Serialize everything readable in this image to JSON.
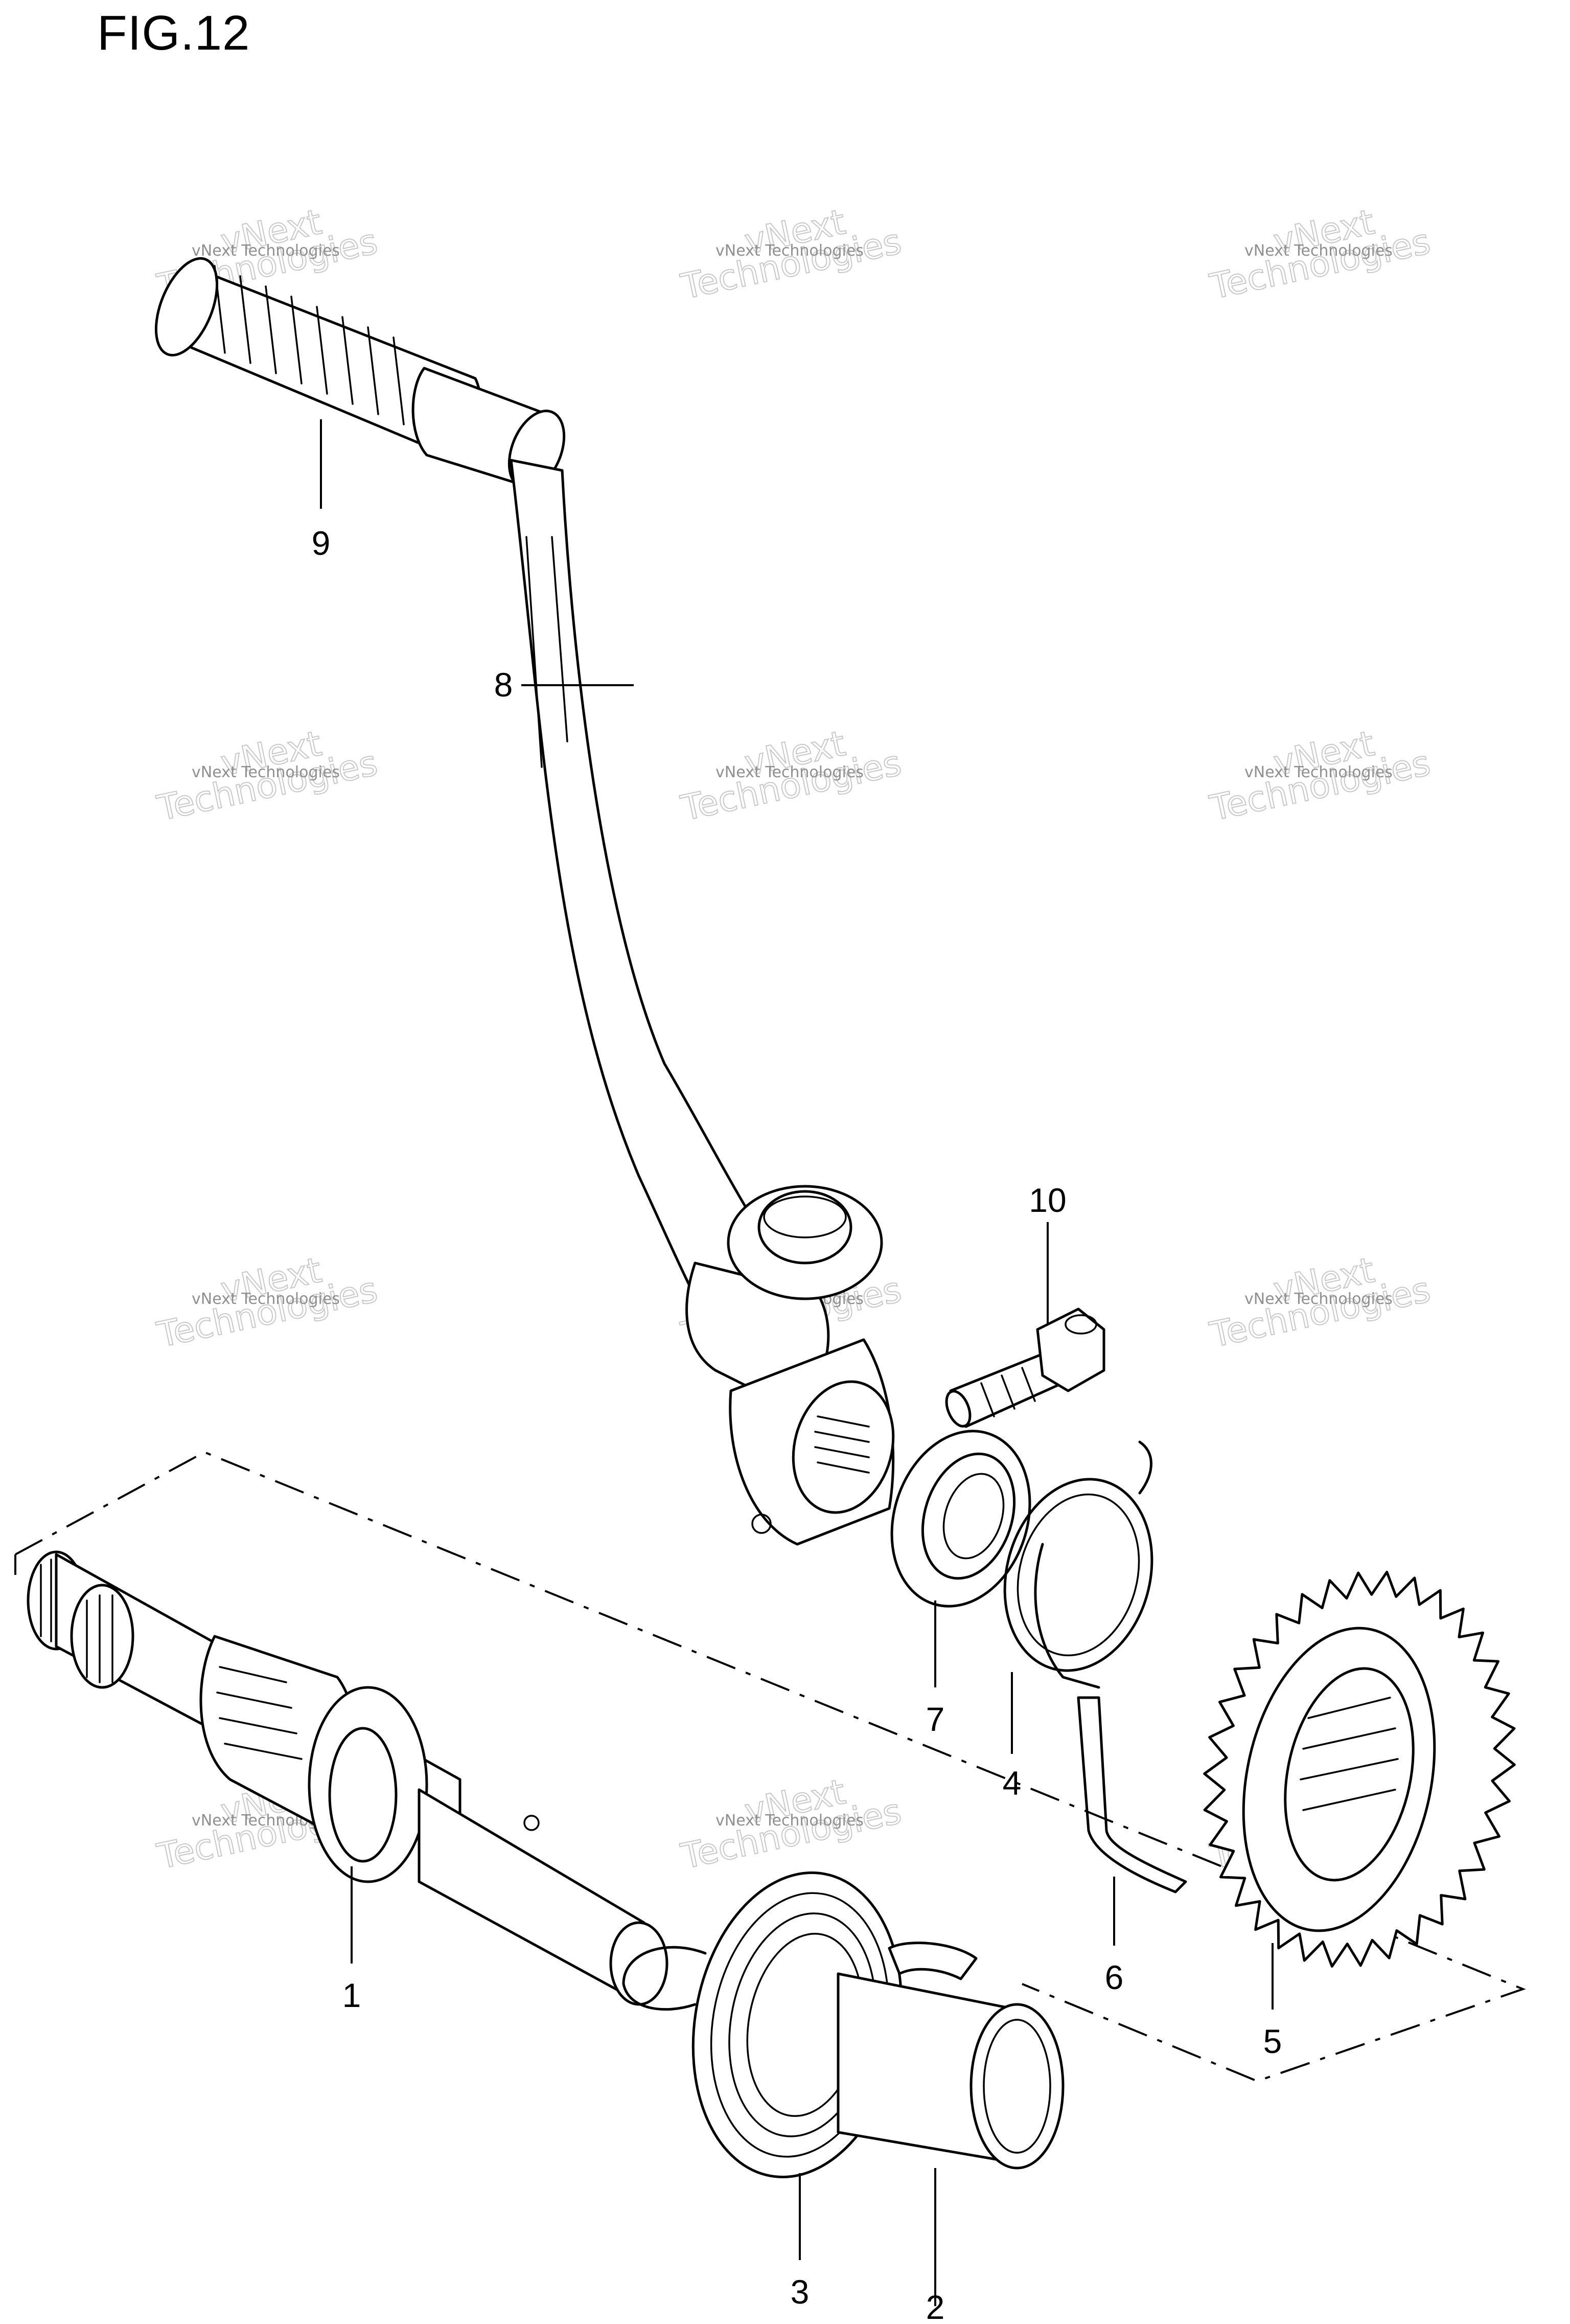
{
  "figure": {
    "title": "FIG.12"
  },
  "callouts": [
    {
      "id": "1",
      "label": "1"
    },
    {
      "id": "2",
      "label": "2"
    },
    {
      "id": "3",
      "label": "3"
    },
    {
      "id": "4",
      "label": "4"
    },
    {
      "id": "5",
      "label": "5"
    },
    {
      "id": "6",
      "label": "6"
    },
    {
      "id": "7",
      "label": "7"
    },
    {
      "id": "8",
      "label": "8"
    },
    {
      "id": "9",
      "label": "9"
    },
    {
      "id": "10",
      "label": "10"
    }
  ],
  "watermark": {
    "line_small": "vNext Technologies",
    "line_a": "vNext",
    "line_b": "Technologies"
  }
}
